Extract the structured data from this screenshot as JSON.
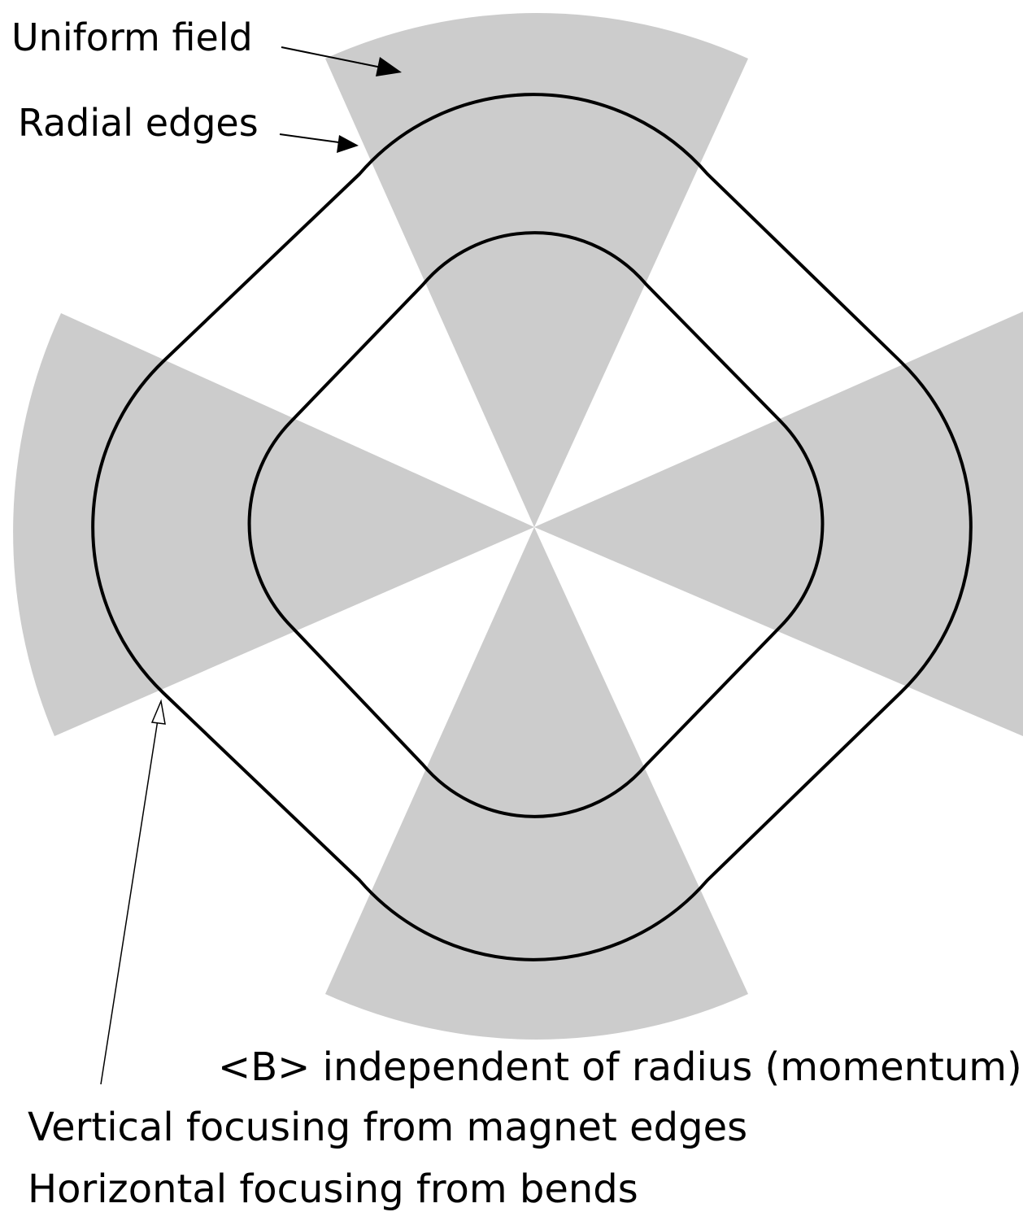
{
  "labels": {
    "uniform_field": "Uniform field",
    "radial_edges": "Radial edges",
    "b_independent": "<B> independent of radius (momentum)",
    "vertical_focusing": "Vertical focusing from magnet edges",
    "horizontal_focusing": "Horizontal focusing from bends"
  },
  "colors": {
    "sector_fill": "#cccccc",
    "orbit_stroke": "#000000",
    "background": "#ffffff"
  }
}
